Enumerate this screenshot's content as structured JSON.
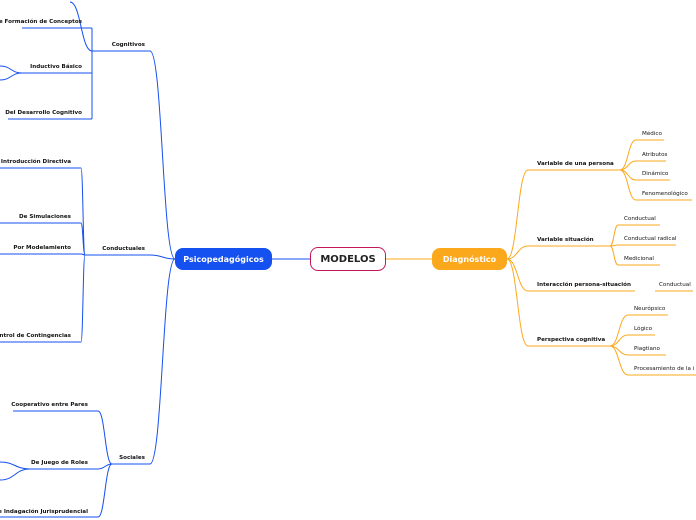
{
  "center": {
    "label": "MODELOS"
  },
  "left_branch": {
    "label": "Psicopedagógicos",
    "color": "#1550f0",
    "groups": [
      {
        "label": "Cognitivos",
        "items": [
          "De Formación de Conceptos",
          "Inductivo Básico",
          "Del Desarrollo Cognitivo"
        ]
      },
      {
        "label": "Conductuales",
        "items": [
          "e Introducción Directiva",
          "De Simulaciones",
          "Por Modelamiento",
          "ntrol de Contingencias"
        ]
      },
      {
        "label": "Sociales",
        "items": [
          "Cooperativo entre Pares",
          "De Juego de Roles",
          "e Indagación Jurisprudencial"
        ]
      }
    ]
  },
  "right_branch": {
    "label": "Diagnóstico",
    "color": "#fba81c",
    "groups": [
      {
        "label": "Variable de una persona",
        "items": [
          "Médico",
          "Atributos",
          "Dinámico",
          "Fenomenológico"
        ]
      },
      {
        "label": "Variable situación",
        "items": [
          "Conductual",
          "Conductual radical",
          "Medicional"
        ]
      },
      {
        "label": "Interacción persona-situación",
        "items": [
          "Conductual"
        ]
      },
      {
        "label": "Perspectiva cognitiva",
        "items": [
          "Neurópsico",
          "Lógico",
          "Piagtiano",
          "Procesamiento de la i"
        ]
      }
    ]
  }
}
